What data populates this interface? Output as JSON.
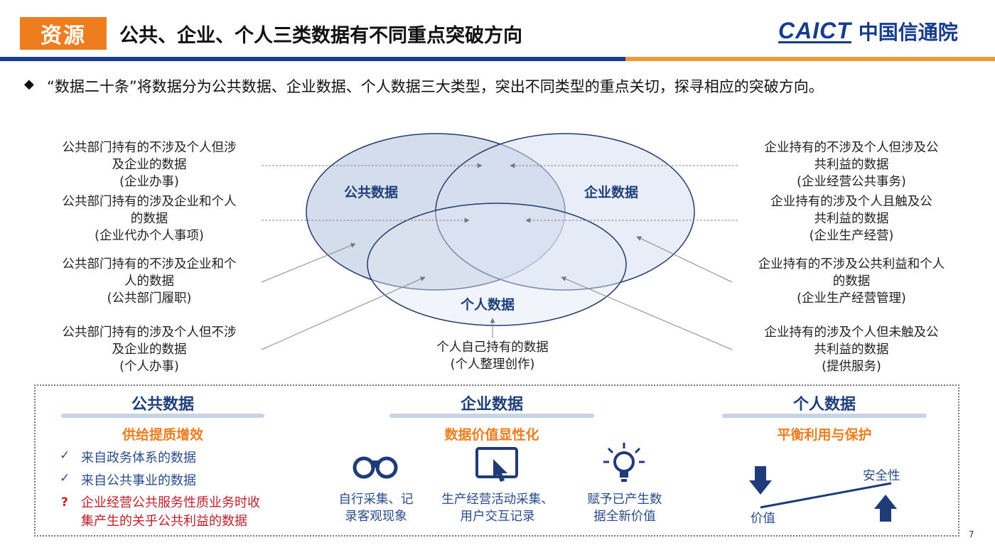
{
  "header": {
    "tag": "资源",
    "title": "公共、企业、个人三类数据有不同重点突破方向",
    "logo_en": "CAICT",
    "logo_cn": "中国信通院"
  },
  "intro": {
    "bullet": "◆",
    "text": "“数据二十条”将数据分为公共数据、企业数据、个人数据三大类型，突出不同类型的重点关切，探寻相应的突破方向。"
  },
  "venn": {
    "circles": [
      "公共数据",
      "企业数据",
      "个人数据"
    ],
    "colors": {
      "public": "#c6d2e6",
      "enterprise": "#d6dff0",
      "personal": "#e0e7f3",
      "outline": "#233a6a"
    }
  },
  "left_labels": [
    {
      "lines": [
        "公共部门持有的不涉及个人但涉",
        "及企业的数据",
        "(企业办事)"
      ]
    },
    {
      "lines": [
        "公共部门持有的涉及企业和个人",
        "的数据",
        "(企业代办个人事项)"
      ]
    },
    {
      "lines": [
        "公共部门持有的不涉及企业和个",
        "人的数据",
        "(公共部门履职)"
      ]
    },
    {
      "lines": [
        "公共部门持有的涉及个人但不涉",
        "及企业的数据",
        "(个人办事)"
      ]
    }
  ],
  "right_labels": [
    {
      "lines": [
        "企业持有的不涉及个人但涉及公",
        "共利益的数据",
        "(企业经营公共事务)"
      ]
    },
    {
      "lines": [
        "企业持有的涉及个人且触及公",
        "共利益的数据",
        "(企业生产经营)"
      ]
    },
    {
      "lines": [
        "企业持有的不涉及公共利益和个人",
        "的数据",
        "(企业生产经营管理)"
      ]
    },
    {
      "lines": [
        "企业持有的涉及个人但未触及公",
        "共利益的数据",
        "(提供服务)"
      ]
    }
  ],
  "center_label": {
    "lines": [
      "个人自己持有的数据",
      "(个人整理创作)"
    ]
  },
  "bottom": {
    "public": {
      "title": "公共数据",
      "subtitle": "供给提质增效",
      "check": "✓",
      "items": [
        "来自政务体系的数据",
        "来自公共事业的数据"
      ],
      "question": "?",
      "question_lines": [
        "企业经营公共服务性质业务时收",
        "集产生的关乎公共利益的数据"
      ]
    },
    "enterprise": {
      "title": "企业数据",
      "subtitle": "数据价值显性化",
      "items": [
        {
          "icon": "binoculars-icon",
          "lines": [
            "自行采集、记",
            "录客观现象"
          ]
        },
        {
          "icon": "touchscreen-icon",
          "lines": [
            "生产经营活动采集、",
            "用户交互记录"
          ]
        },
        {
          "icon": "lightbulb-icon",
          "lines": [
            "赋予已产生数",
            "据全新价值"
          ]
        }
      ]
    },
    "personal": {
      "title": "个人数据",
      "subtitle": "平衡利用与保护",
      "label_low": "价值",
      "label_high": "安全性"
    }
  },
  "page_number": "7"
}
